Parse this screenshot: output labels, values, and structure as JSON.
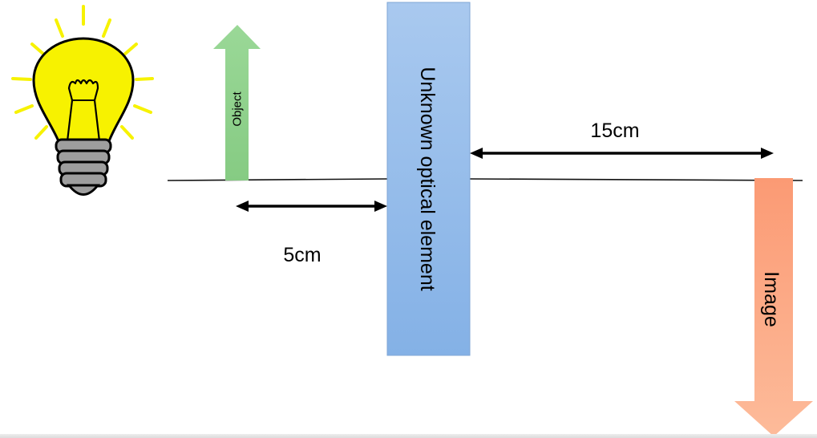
{
  "labels": {
    "object": "Object",
    "optical_element": "Unknown optical element",
    "image": "Image",
    "object_distance": "5cm",
    "image_distance": "15cm"
  },
  "colors": {
    "object_arrow": "#8fd18c",
    "optical_element_top": "#a9c9ef",
    "optical_element_bottom": "#84b1e6",
    "image_arrow_top": "#fb9d78",
    "image_arrow_bottom": "#fdb896",
    "bulb_glass": "#f7f200",
    "bulb_base": "#9e9e9e",
    "rays": "#f7f200"
  },
  "icons": {
    "bulb": "light-bulb-icon"
  }
}
